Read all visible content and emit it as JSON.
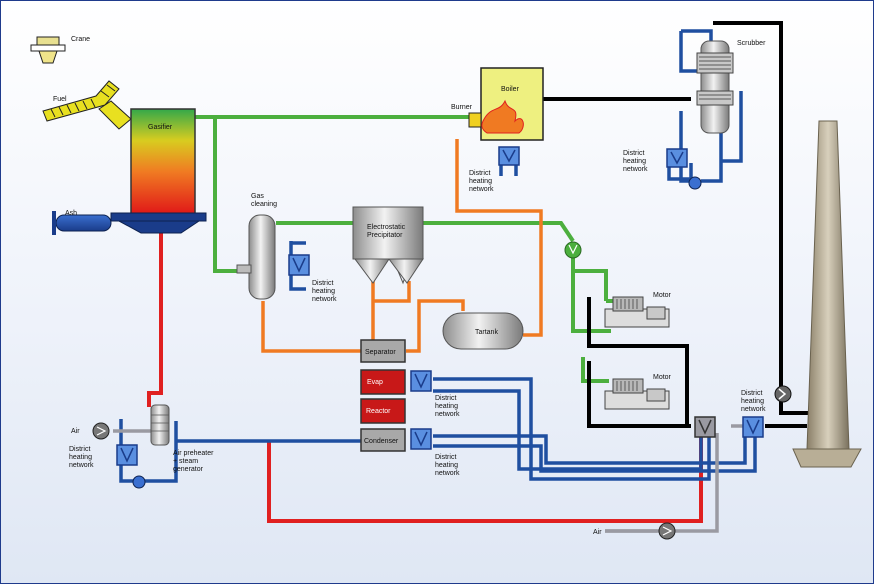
{
  "labels": {
    "crane": "Crane",
    "fuel": "Fuel",
    "gasifier": "Gasifier",
    "ash": "Ash",
    "boiler": "Boiler",
    "burner": "Burner",
    "scrubber": "Scrubber",
    "gas_cleaning_1": "Gas",
    "gas_cleaning_2": "cleaning",
    "esp_1": "Electrostatic",
    "esp_2": "Precipitator",
    "tar_tank": "Tartank",
    "separator": "Separator",
    "evap": "Evap",
    "reactor": "Reactor",
    "condenser": "Condenser",
    "motor_1": "Motor",
    "motor_2": "Motor",
    "air_left": "Air",
    "air_bottom": "Air",
    "air_preheater_1": "Air preheater",
    "air_preheater_2": "+ steam",
    "air_preheater_3": "generator",
    "dh_boiler": [
      "District",
      "heating",
      "network"
    ],
    "dh_scrubber": [
      "District",
      "heating",
      "network"
    ],
    "dh_gas_cleaning": [
      "District",
      "heating",
      "network"
    ],
    "dh_evap": [
      "District",
      "heating",
      "network"
    ],
    "dh_condenser": [
      "District",
      "heating",
      "network"
    ],
    "dh_left": [
      "District",
      "heating",
      "network"
    ],
    "dh_right": [
      "District",
      "heating",
      "network"
    ]
  },
  "colors": {
    "syngas_line": "#4caf3e",
    "tar_line": "#f07a22",
    "hot_line": "#e02020",
    "water_line": "#1f4fa0",
    "flue_line": "#000000",
    "air_line": "#9a9aa2",
    "border": "#1f3b8c"
  }
}
